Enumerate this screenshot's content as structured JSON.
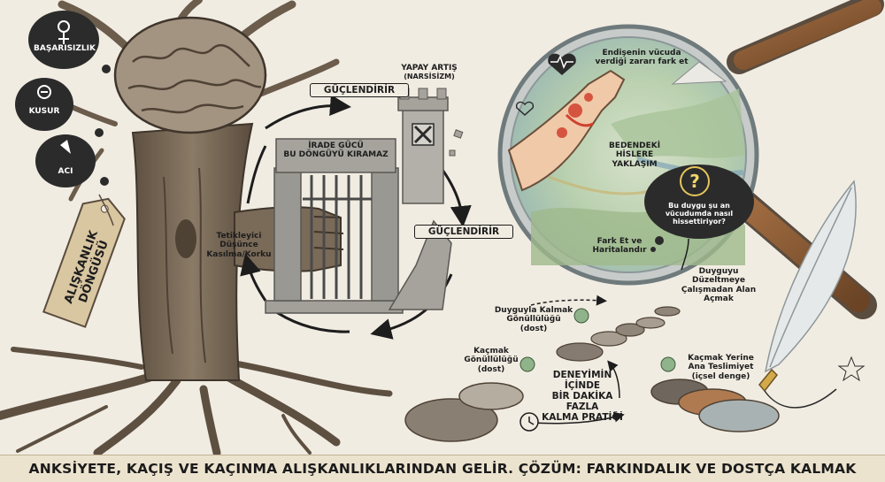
{
  "thoughts": {
    "basarisizlik": "BAŞARISIZLIK",
    "kusur": "KUSUR",
    "aci": "ACI"
  },
  "tag": {
    "line1": "ALIŞKANLIK",
    "line2": "DÖNGÜSÜ"
  },
  "cycle": {
    "strengthen_top": "GÜÇLENDİRİR",
    "strengthen_right": "GÜÇLENDİRİR",
    "gate_line1": "İRADE GÜCÜ",
    "gate_line2": "BU DÖNGÜYÜ KIRAMAZ",
    "tower_line1": "YAPAY ARTIŞ",
    "tower_line2": "(NARSİSİZM)",
    "trigger_line1": "Tetikleyici",
    "trigger_line2": "Düşünce",
    "trigger_line3": "Kasılma/Korku"
  },
  "lens": {
    "damage_line1": "Endişenin vücuda",
    "damage_line2": "verdiği zararı fark et",
    "approach_line1": "BEDENDEKİ",
    "approach_line2": "HİSLERE",
    "approach_line3": "YAKLAŞIM",
    "question_line1": "Bu duygu şu an",
    "question_line2": "vücudumda nasıl",
    "question_line3": "hissettiriyor?",
    "map_line1": "Fark Et ve",
    "map_line2": "Haritalandır"
  },
  "path": {
    "no_fix_line1": "Duyguyu",
    "no_fix_line2": "Düzeltmeye",
    "no_fix_line3": "Çalışmadan Alan",
    "no_fix_line4": "Açmak",
    "stay_line1": "Duyguyla Kalmak",
    "stay_line2": "Gönüllülüğü",
    "stay_line3": "(dost)",
    "escape_line1": "Kaçmak",
    "escape_line2": "Gönüllülüğü",
    "escape_line3": "(dost)",
    "practice_line1": "DENEYİMİN İÇİNDE",
    "practice_line2": "BİR DAKİKA FAZLA",
    "practice_line3": "KALMA PRATİĞİ",
    "surrender_line1": "Kaçmak Yerine",
    "surrender_line2": "Ana Teslimiyet",
    "surrender_line3": "(içsel denge)"
  },
  "footer": {
    "text": "ANKSİYETE, KAÇIŞ VE KAÇINMA ALIŞKANLIKLARINDAN GELİR. ÇÖZÜM: FARKINDALIK VE DOSTÇA KALMAK"
  },
  "colors": {
    "background": "#f1ece2",
    "bark": "#7a6a58",
    "bark_dark": "#4e4235",
    "stone": "#8e8c86",
    "lens_rim": "#b9c4c6",
    "handle_wood": "#8a5a34",
    "thought_bubble": "#2b2b2b",
    "inflamed_red": "#d0402e"
  }
}
